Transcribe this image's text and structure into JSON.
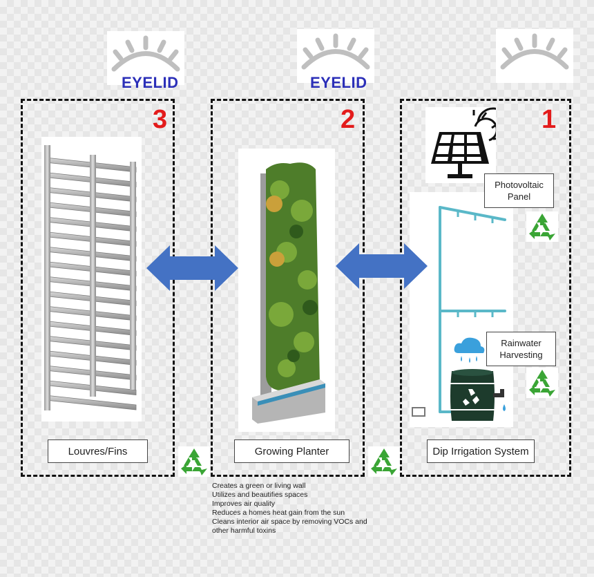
{
  "eyelids": [
    {
      "label": "EYELID"
    },
    {
      "label": "EYELID"
    }
  ],
  "panels": [
    {
      "number": "3",
      "label": "Louvres/Fins"
    },
    {
      "number": "2",
      "label": "Growing Planter"
    },
    {
      "number": "1",
      "label": "Dip Irrigation System"
    }
  ],
  "callouts": {
    "photovoltaic": "Photovoltaic Panel",
    "photovoltaic_l1": "Photovoltaic",
    "photovoltaic_l2": "Panel",
    "rainwater_l1": "Rainwater",
    "rainwater_l2": "Harvesting"
  },
  "benefits": [
    "Creates a green or living wall",
    "Utilizes and beautifies spaces",
    "Improves air quality",
    "Reduces a homes heat gain from the sun",
    "Cleans interior air space by removing VOCs and",
    "other harmful toxins"
  ],
  "colors": {
    "eyelid_text": "#2b2fb8",
    "panel_number": "#e31b1b",
    "arrow": "#4472c4",
    "recycle": "#3aa535",
    "pipe": "#5ab8c8",
    "barrel": "#1d3b2c"
  },
  "icons": [
    "eye-icon",
    "solar-panel-icon",
    "recycle-icon",
    "rain-cloud-icon",
    "water-barrel-icon",
    "double-arrow-icon"
  ]
}
